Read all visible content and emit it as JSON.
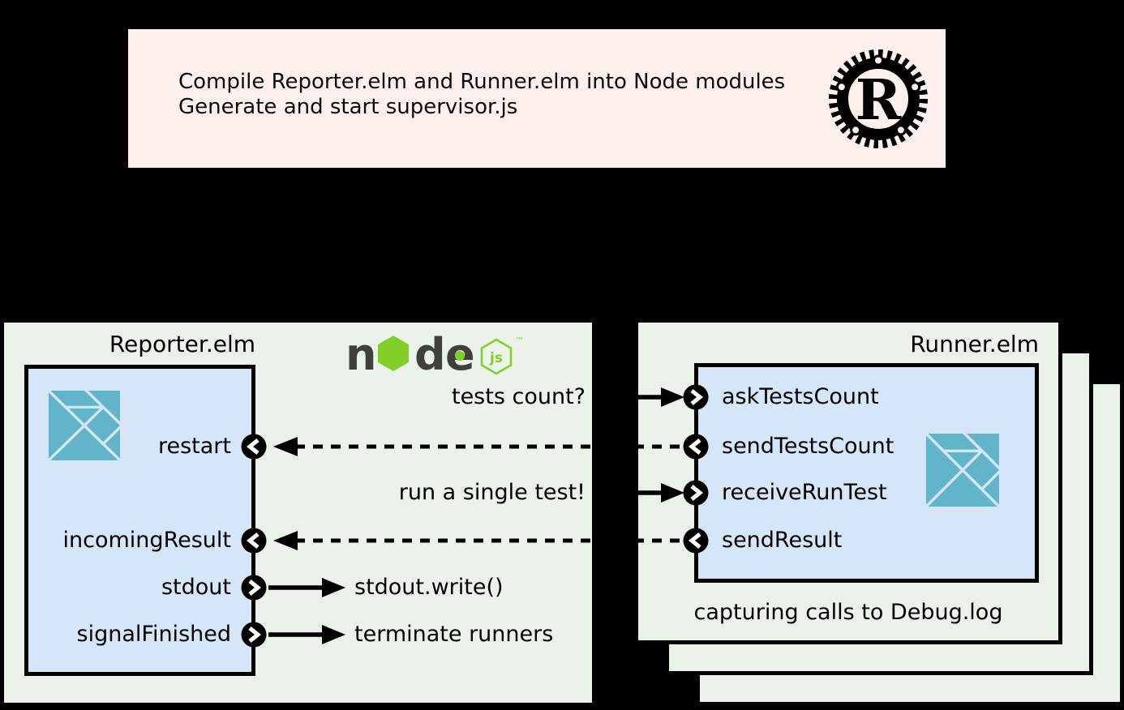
{
  "colors": {
    "background": "#000000",
    "supervisor_bg": "#fdf0ed",
    "panel_bg": "#ebf2e9",
    "module_bg": "#d4e6f7",
    "elm_teal": "#62b4c9",
    "node_green": "#83cd29",
    "node_dark": "#3f4138",
    "line_color": "#000000"
  },
  "supervisor": {
    "line1": "Compile Reporter.elm and Runner.elm into Node modules",
    "line2": "Generate and start supervisor.js",
    "rust_logo_letter": "R"
  },
  "node_logo": {
    "n": "n",
    "d": "d",
    "e": "e",
    "js": "js",
    "tm": "™"
  },
  "reporter": {
    "title": "Reporter.elm",
    "ports": [
      {
        "name": "restart",
        "direction": "in"
      },
      {
        "name": "incomingResult",
        "direction": "in"
      },
      {
        "name": "stdout",
        "direction": "out",
        "target": "stdout.write()"
      },
      {
        "name": "signalFinished",
        "direction": "out",
        "target": "terminate runners"
      }
    ]
  },
  "runner": {
    "title": "Runner.elm",
    "caption": "capturing calls to Debug.log",
    "ports": [
      {
        "name": "askTestsCount",
        "direction": "in"
      },
      {
        "name": "sendTestsCount",
        "direction": "out"
      },
      {
        "name": "receiveRunTest",
        "direction": "in"
      },
      {
        "name": "sendResult",
        "direction": "out"
      }
    ]
  },
  "messages": [
    {
      "text": "tests count?"
    },
    {
      "text": "run a single test!"
    }
  ]
}
